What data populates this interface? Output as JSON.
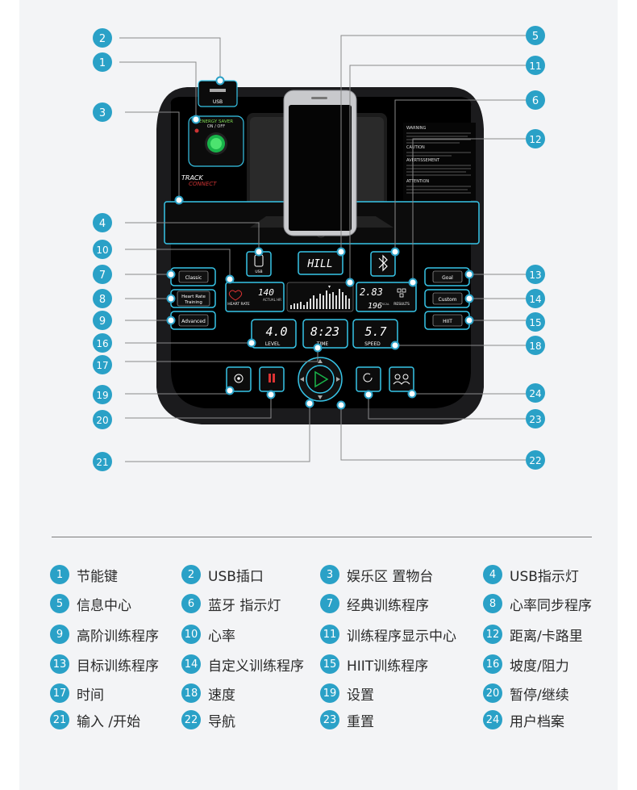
{
  "usb_port_label": "USB",
  "energy_key_label": "ENERGY SAVER",
  "energy_key_sub": "ON / OFF",
  "brand": "TRACK",
  "brand_sub": "CONNECT",
  "warnings": [
    "WARNING",
    "CAUTION",
    "AVERTISSEMENT",
    "ATTENTION"
  ],
  "display": {
    "program": "HILL",
    "heart_rate_label": "HEART RATE",
    "heart_rate_value": "140",
    "heart_rate_unit": "ACTUAL HR",
    "distance_value": "2.83",
    "calories_value": "196",
    "calories_unit": "KCAL",
    "results_label": "RESULTS",
    "level_value": "4.0",
    "level_label": "LEVEL",
    "time_value": "8:23",
    "time_label": "TIME",
    "speed_value": "5.7",
    "speed_label": "SPEED",
    "btn_classic": "Classic",
    "btn_hr_1": "Heart Rate",
    "btn_hr_2": "Training",
    "btn_advanced": "Advanced",
    "btn_goal": "Goal",
    "btn_custom": "Custom",
    "btn_hiit": "HIIT",
    "usb_indicator": "USB"
  },
  "callouts": [
    "1",
    "2",
    "3",
    "4",
    "5",
    "6",
    "7",
    "8",
    "9",
    "10",
    "11",
    "12",
    "13",
    "14",
    "15",
    "16",
    "17",
    "18",
    "19",
    "20",
    "21",
    "22",
    "23",
    "24"
  ],
  "legend": [
    {
      "num": "1",
      "text": "节能键"
    },
    {
      "num": "2",
      "text": "USB插口"
    },
    {
      "num": "3",
      "text": "娱乐区 置物台"
    },
    {
      "num": "4",
      "text": "USB指示灯"
    },
    {
      "num": "5",
      "text": "信息中心"
    },
    {
      "num": "6",
      "text": "蓝牙 指示灯"
    },
    {
      "num": "7",
      "text": "经典训练程序"
    },
    {
      "num": "8",
      "text": "心率同步程序"
    },
    {
      "num": "9",
      "text": "高阶训练程序"
    },
    {
      "num": "10",
      "text": "心率"
    },
    {
      "num": "11",
      "text": "训练程序显示中心"
    },
    {
      "num": "12",
      "text": "距离/卡路里"
    },
    {
      "num": "13",
      "text": "目标训练程序"
    },
    {
      "num": "14",
      "text": "自定义训练程序"
    },
    {
      "num": "15",
      "text": "HIIT训练程序"
    },
    {
      "num": "16",
      "text": "坡度/阻力"
    },
    {
      "num": "17",
      "text": "时间"
    },
    {
      "num": "18",
      "text": "速度"
    },
    {
      "num": "19",
      "text": "设置"
    },
    {
      "num": "20",
      "text": "暂停/继续"
    },
    {
      "num": "21",
      "text": "输入 /开始"
    },
    {
      "num": "22",
      "text": "导航"
    },
    {
      "num": "23",
      "text": "重置"
    },
    {
      "num": "24",
      "text": "用户档案"
    }
  ]
}
